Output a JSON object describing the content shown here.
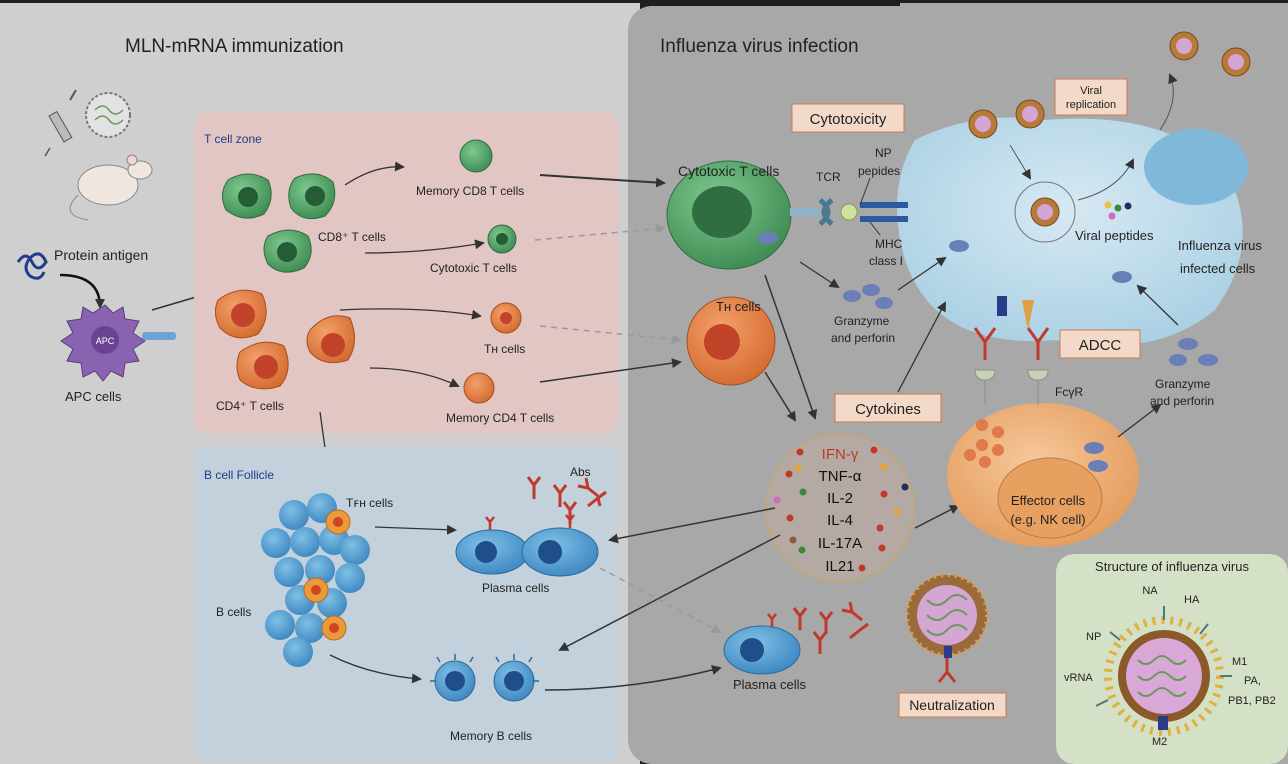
{
  "left_panel": {
    "title": "MLN-mRNA immunization",
    "protein_antigen": "Protein antigen",
    "apc_label": "APC",
    "apc_cells": "APC cells",
    "t_zone": {
      "title": "T cell zone",
      "memory_cd8": "Memory CD8 T cells",
      "cd8_t": "CD8⁺ T cells",
      "cytotoxic_t": "Cytotoxic T cells",
      "th": "Tʜ cells",
      "cd4_t": "CD4⁺ T cells",
      "memory_cd4": "Memory CD4 T cells"
    },
    "b_follicle": {
      "title": "B cell Follicle",
      "tfh": "Tꜰʜ cells",
      "abs": "Abs",
      "plasma": "Plasma cells",
      "b_cells": "B cells",
      "memory_b": "Memory B cells"
    }
  },
  "right_panel": {
    "title": "Influenza virus infection",
    "cytotoxicity": "Cytotoxicity",
    "cytotoxic_t": "Cytotoxic T cells",
    "tcr": "TCR",
    "np_peptides": [
      "NP",
      "pepides"
    ],
    "mhc": [
      "MHC",
      "class I"
    ],
    "viral_replication": [
      "Viral",
      "replication"
    ],
    "viral_peptides": "Viral peptides",
    "infected_cells": [
      "Influenza virus",
      "infected cells"
    ],
    "granzyme1": [
      "Granzyme",
      "and perforin"
    ],
    "th_cells": "Tʜ cells",
    "cytokines_box": "Cytokines",
    "cytokines": [
      "IFN-γ",
      "TNF-α",
      "IL-2",
      "IL-4",
      "IL-17A",
      "IL21"
    ],
    "adcc": "ADCC",
    "fcgr": "FcγR",
    "granzyme2": [
      "Granzyme",
      "and perforin"
    ],
    "effector": [
      "Effector cells",
      "(e.g. NK cell)"
    ],
    "plasma": "Plasma cells",
    "neutralization": "Neutralization"
  },
  "structure": {
    "title": "Structure of influenza virus",
    "na": "NA",
    "ha": "HA",
    "np": "NP",
    "vrna": "vRNA",
    "m1": "M1",
    "pa": "PA,",
    "pb": "PB1, PB2",
    "m2": "M2"
  },
  "colors": {
    "ifn": "#c0392b",
    "label_box": "#f3d9c7",
    "label_box_border": "#c97d4f",
    "title_blue": "#1f3d8a"
  }
}
